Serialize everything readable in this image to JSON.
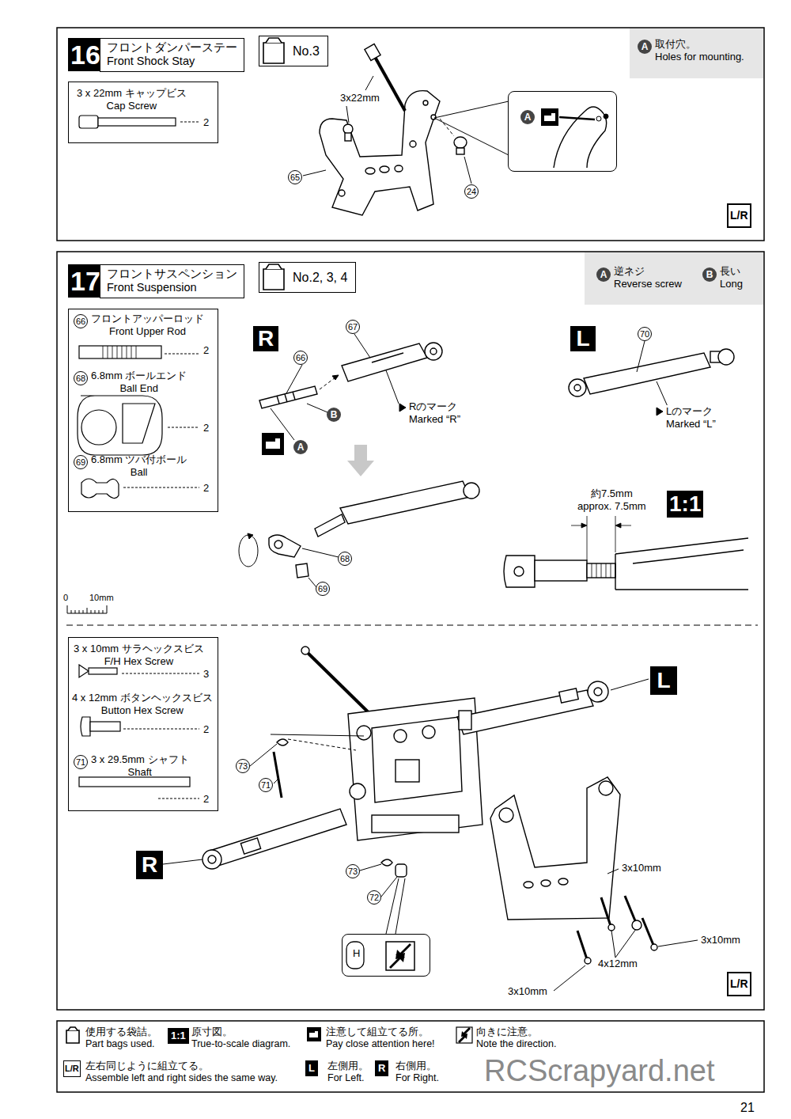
{
  "diagram": {
    "nodes": [
      {
        "text": [
          "16"
        ]
      },
      {
        "text": [
          "フロントダンパーステー Front Shock Stay"
        ]
      },
      {
        "text": [
          "No.3"
        ]
      },
      {
        "text": [
          "A",
          "取付穴。 Holes for mounting."
        ]
      },
      {
        "text": [
          "3 x 22mm キャップビス Cap Screw",
          "2"
        ]
      },
      {
        "text": [
          "A"
        ]
      },
      {
        "text": [
          "17"
        ]
      },
      {
        "text": [
          "フロントサスペンション Front Suspension"
        ]
      },
      {
        "text": [
          "No.2, 3, 4"
        ]
      },
      {
        "text": [
          "A",
          "逆ネジ Reverse screw",
          "B",
          "長い Long"
        ]
      },
      {
        "text": [
          "66",
          "フロントアッパーロッド Front Upper Rod",
          "2",
          "68",
          "6.8mm ボールエンド Ball End",
          "2",
          "69",
          "6.8mm ツバ付ボール Ball",
          "2"
        ]
      },
      {
        "text": [
          "3 x 10mm サラヘックスビス F/H Hex Screw",
          "3",
          "4 x 12mm ボタンヘックスビス Button Hex Screw",
          "2",
          "71",
          "3 x 29.5mm シャフト Shaft",
          "2"
        ]
      },
      {
        "text": [
          "R"
        ]
      },
      {
        "text": [
          "L"
        ]
      },
      {
        "text": [
          "1:1"
        ]
      },
      {
        "text": [
          "L"
        ]
      },
      {
        "text": [
          "R"
        ]
      },
      {
        "text": [
          "H"
        ]
      }
    ],
    "labels": [
      "3x22mm",
      "65",
      "24",
      "L/R",
      "66",
      "67",
      "B",
      "A",
      "Rのマーク Marked “R”",
      "70",
      "Lのマーク Marked “L”",
      "約7.5mm approx. 7.5mm",
      "68",
      "69",
      "0",
      "10mm",
      "73",
      "71",
      "73",
      "72",
      "3x10mm",
      "3x10mm",
      "4x12mm",
      "3x10mm",
      "L/R",
      "1:1",
      "L/R",
      "L",
      "R",
      "21",
      "RCScrapyard.net"
    ],
    "legend": [
      {
        "text": "使用する袋詰。 Part bags used."
      },
      {
        "text": "原寸図。 True-to-scale diagram."
      },
      {
        "text": "注意して組立てる所。 Pay close attention here!"
      },
      {
        "text": "向きに注意。 Note the direction."
      },
      {
        "text": "左右同じように組立てる。 Assemble left and right sides the same way."
      },
      {
        "text": "左側用。 For Left."
      },
      {
        "text": "右側用。 For Right."
      }
    ]
  }
}
